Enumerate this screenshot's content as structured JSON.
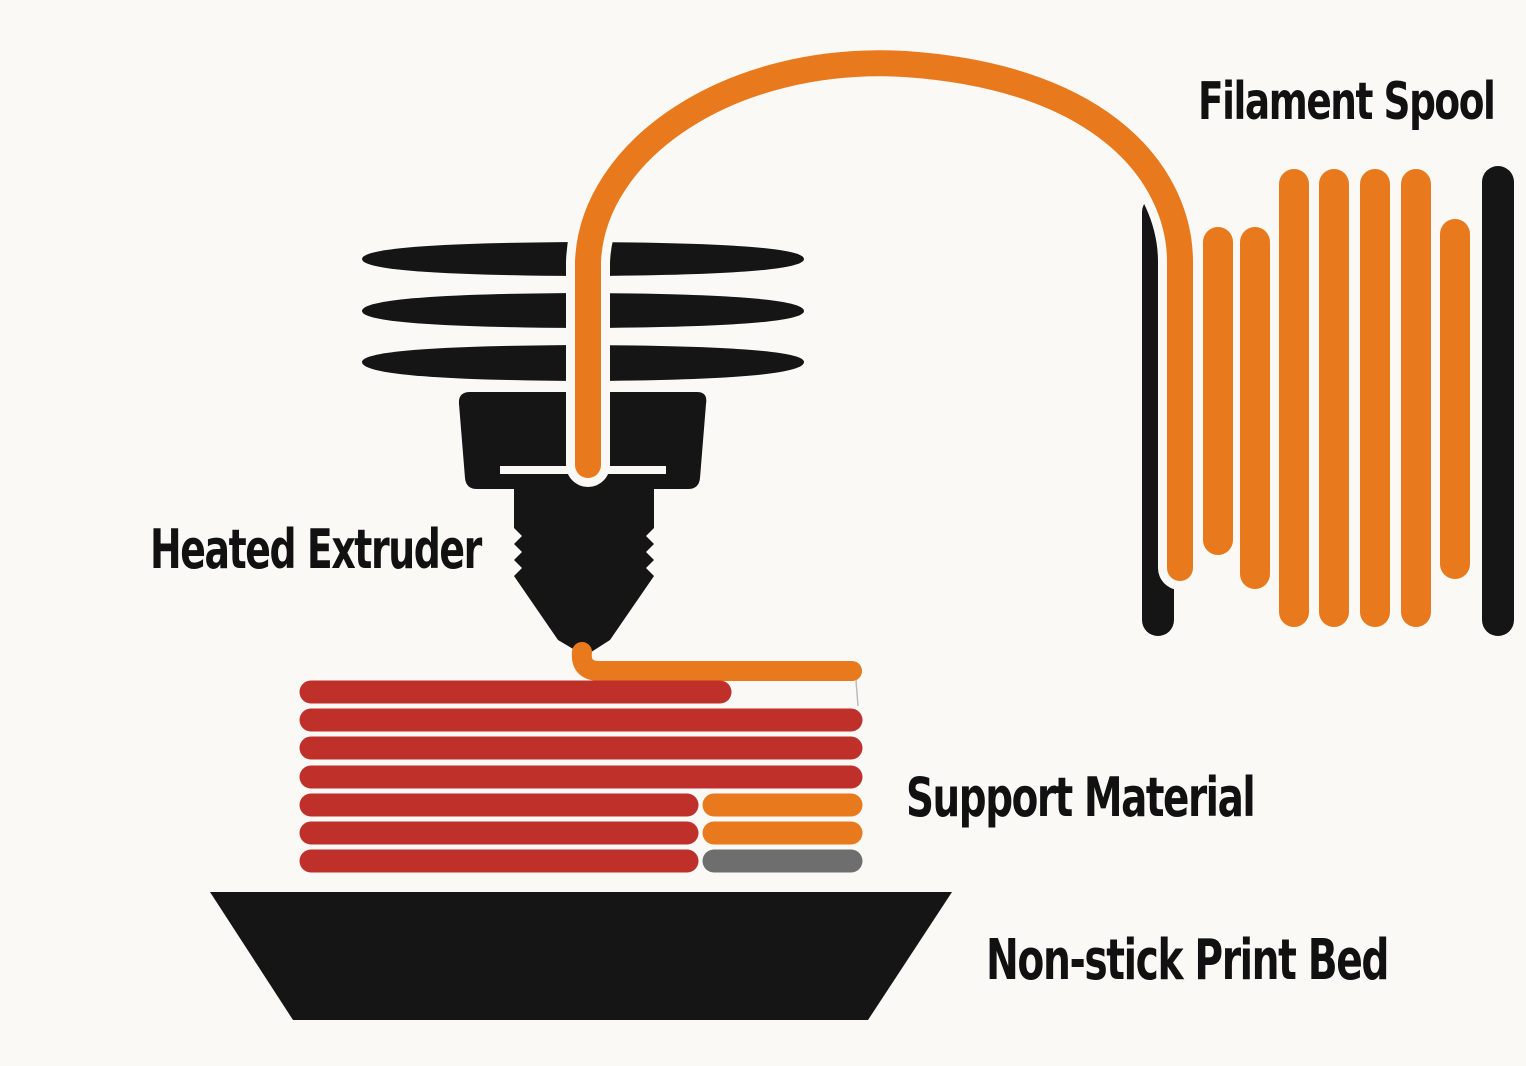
{
  "labels": {
    "filament_spool": "Filament Spool",
    "heated_extruder": "Heated Extruder",
    "support_material": "Support Material",
    "print_bed": "Non-stick Print Bed"
  },
  "colors": {
    "background": "#faf9f6",
    "filament": "#e8791c",
    "model": "#c0302a",
    "hardware": "#151515",
    "gray_layer": "#6e6e6e"
  }
}
